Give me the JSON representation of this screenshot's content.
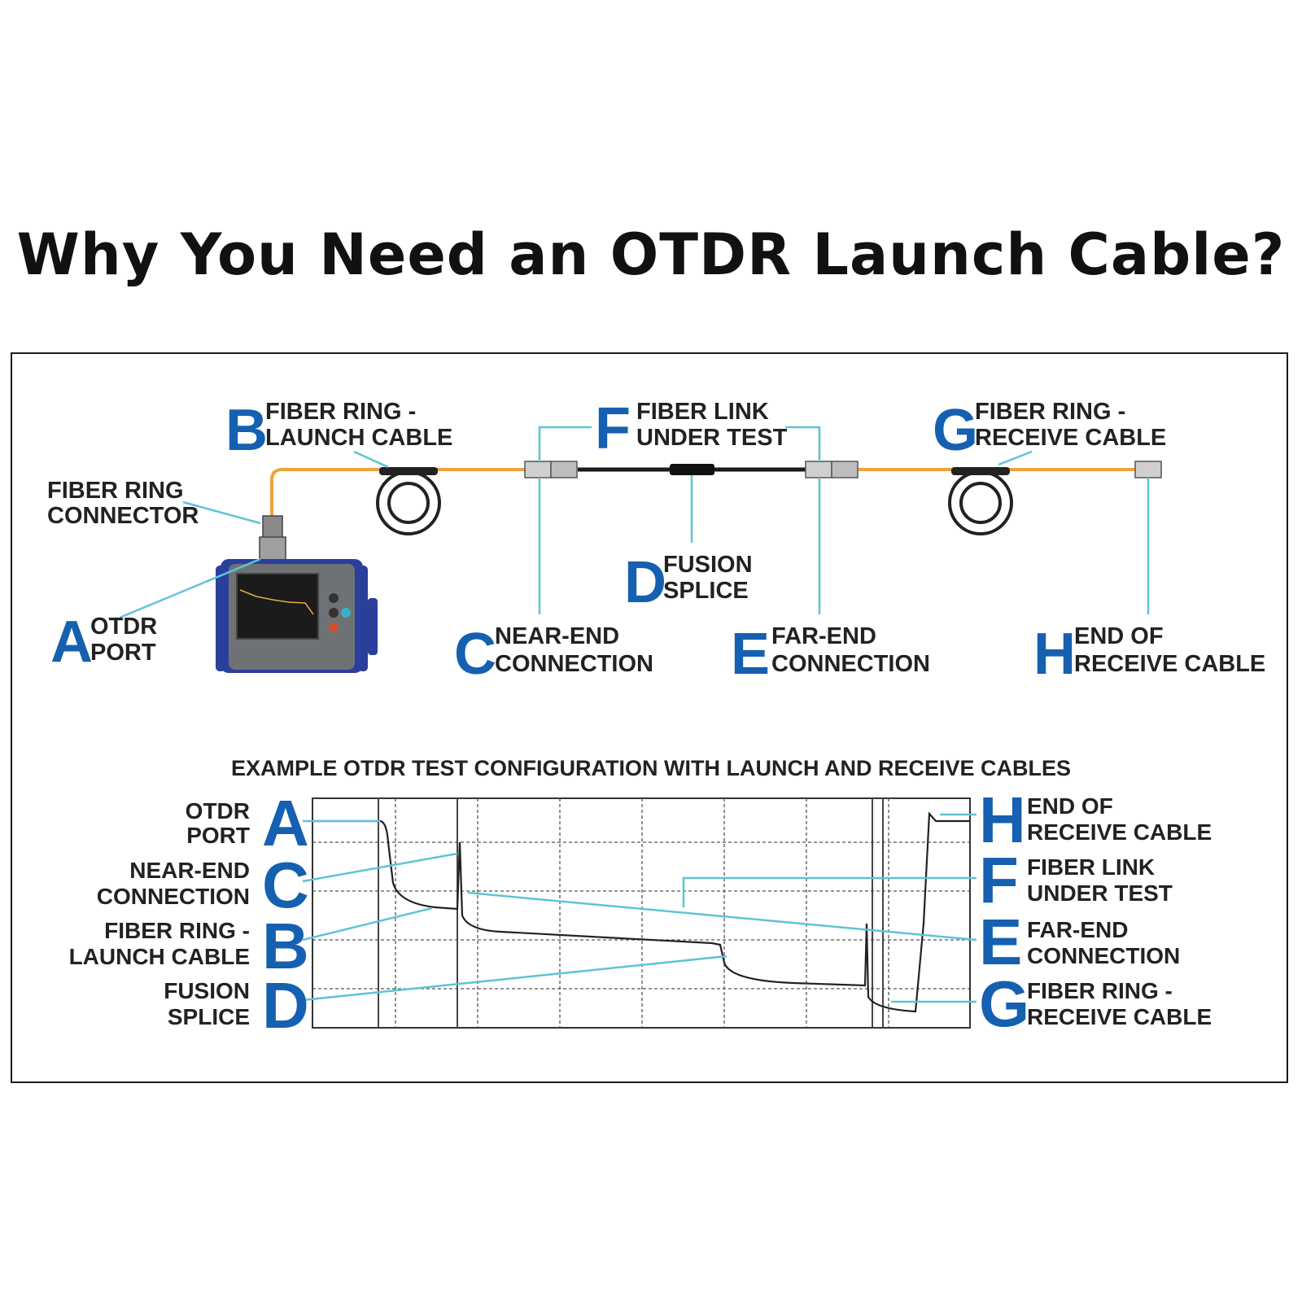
{
  "title": "Why You Need an OTDR Launch Cable?",
  "colors": {
    "letter": "#1560b0",
    "fiber_orange": "#f0a23c",
    "fiber_black": "#1a1a1a",
    "callout": "#5ec4d4",
    "device_blue": "#2a3f9c",
    "device_grey": "#6f7274"
  },
  "device_icon": "otdr-tester-icon",
  "labels": {
    "a": {
      "letter": "A",
      "line1": "OTDR",
      "line2": "PORT"
    },
    "b": {
      "letter": "B",
      "line1": "FIBER RING -",
      "line2": "LAUNCH CABLE"
    },
    "c": {
      "letter": "C",
      "line1": "NEAR-END",
      "line2": "CONNECTION"
    },
    "d": {
      "letter": "D",
      "line1": "FUSION",
      "line2": "SPLICE"
    },
    "e": {
      "letter": "E",
      "line1": "FAR-END",
      "line2": "CONNECTION"
    },
    "f": {
      "letter": "F",
      "line1": "FIBER LINK",
      "line2": "UNDER TEST"
    },
    "g": {
      "letter": "G",
      "line1": "FIBER RING -",
      "line2": "RECEIVE CABLE"
    },
    "h": {
      "letter": "H",
      "line1": "END OF",
      "line2": "RECEIVE CABLE"
    },
    "connector": {
      "line1": "FIBER RING",
      "line2": "CONNECTOR"
    }
  },
  "trace": {
    "title": "EXAMPLE OTDR TEST CONFIGURATION WITH LAUNCH AND RECEIVE CABLES",
    "left_labels": [
      {
        "letter": "A",
        "line1": "OTDR",
        "line2": "PORT"
      },
      {
        "letter": "C",
        "line1": "NEAR-END",
        "line2": "CONNECTION"
      },
      {
        "letter": "B",
        "line1": "FIBER RING -",
        "line2": "LAUNCH CABLE"
      },
      {
        "letter": "D",
        "line1": "FUSION",
        "line2": "SPLICE"
      }
    ],
    "right_labels": [
      {
        "letter": "H",
        "line1": "END OF",
        "line2": "RECEIVE CABLE"
      },
      {
        "letter": "F",
        "line1": "FIBER LINK",
        "line2": "UNDER TEST"
      },
      {
        "letter": "E",
        "line1": "FAR-END",
        "line2": "CONNECTION"
      },
      {
        "letter": "G",
        "line1": "FIBER RING -",
        "line2": "RECEIVE CABLE"
      }
    ]
  }
}
